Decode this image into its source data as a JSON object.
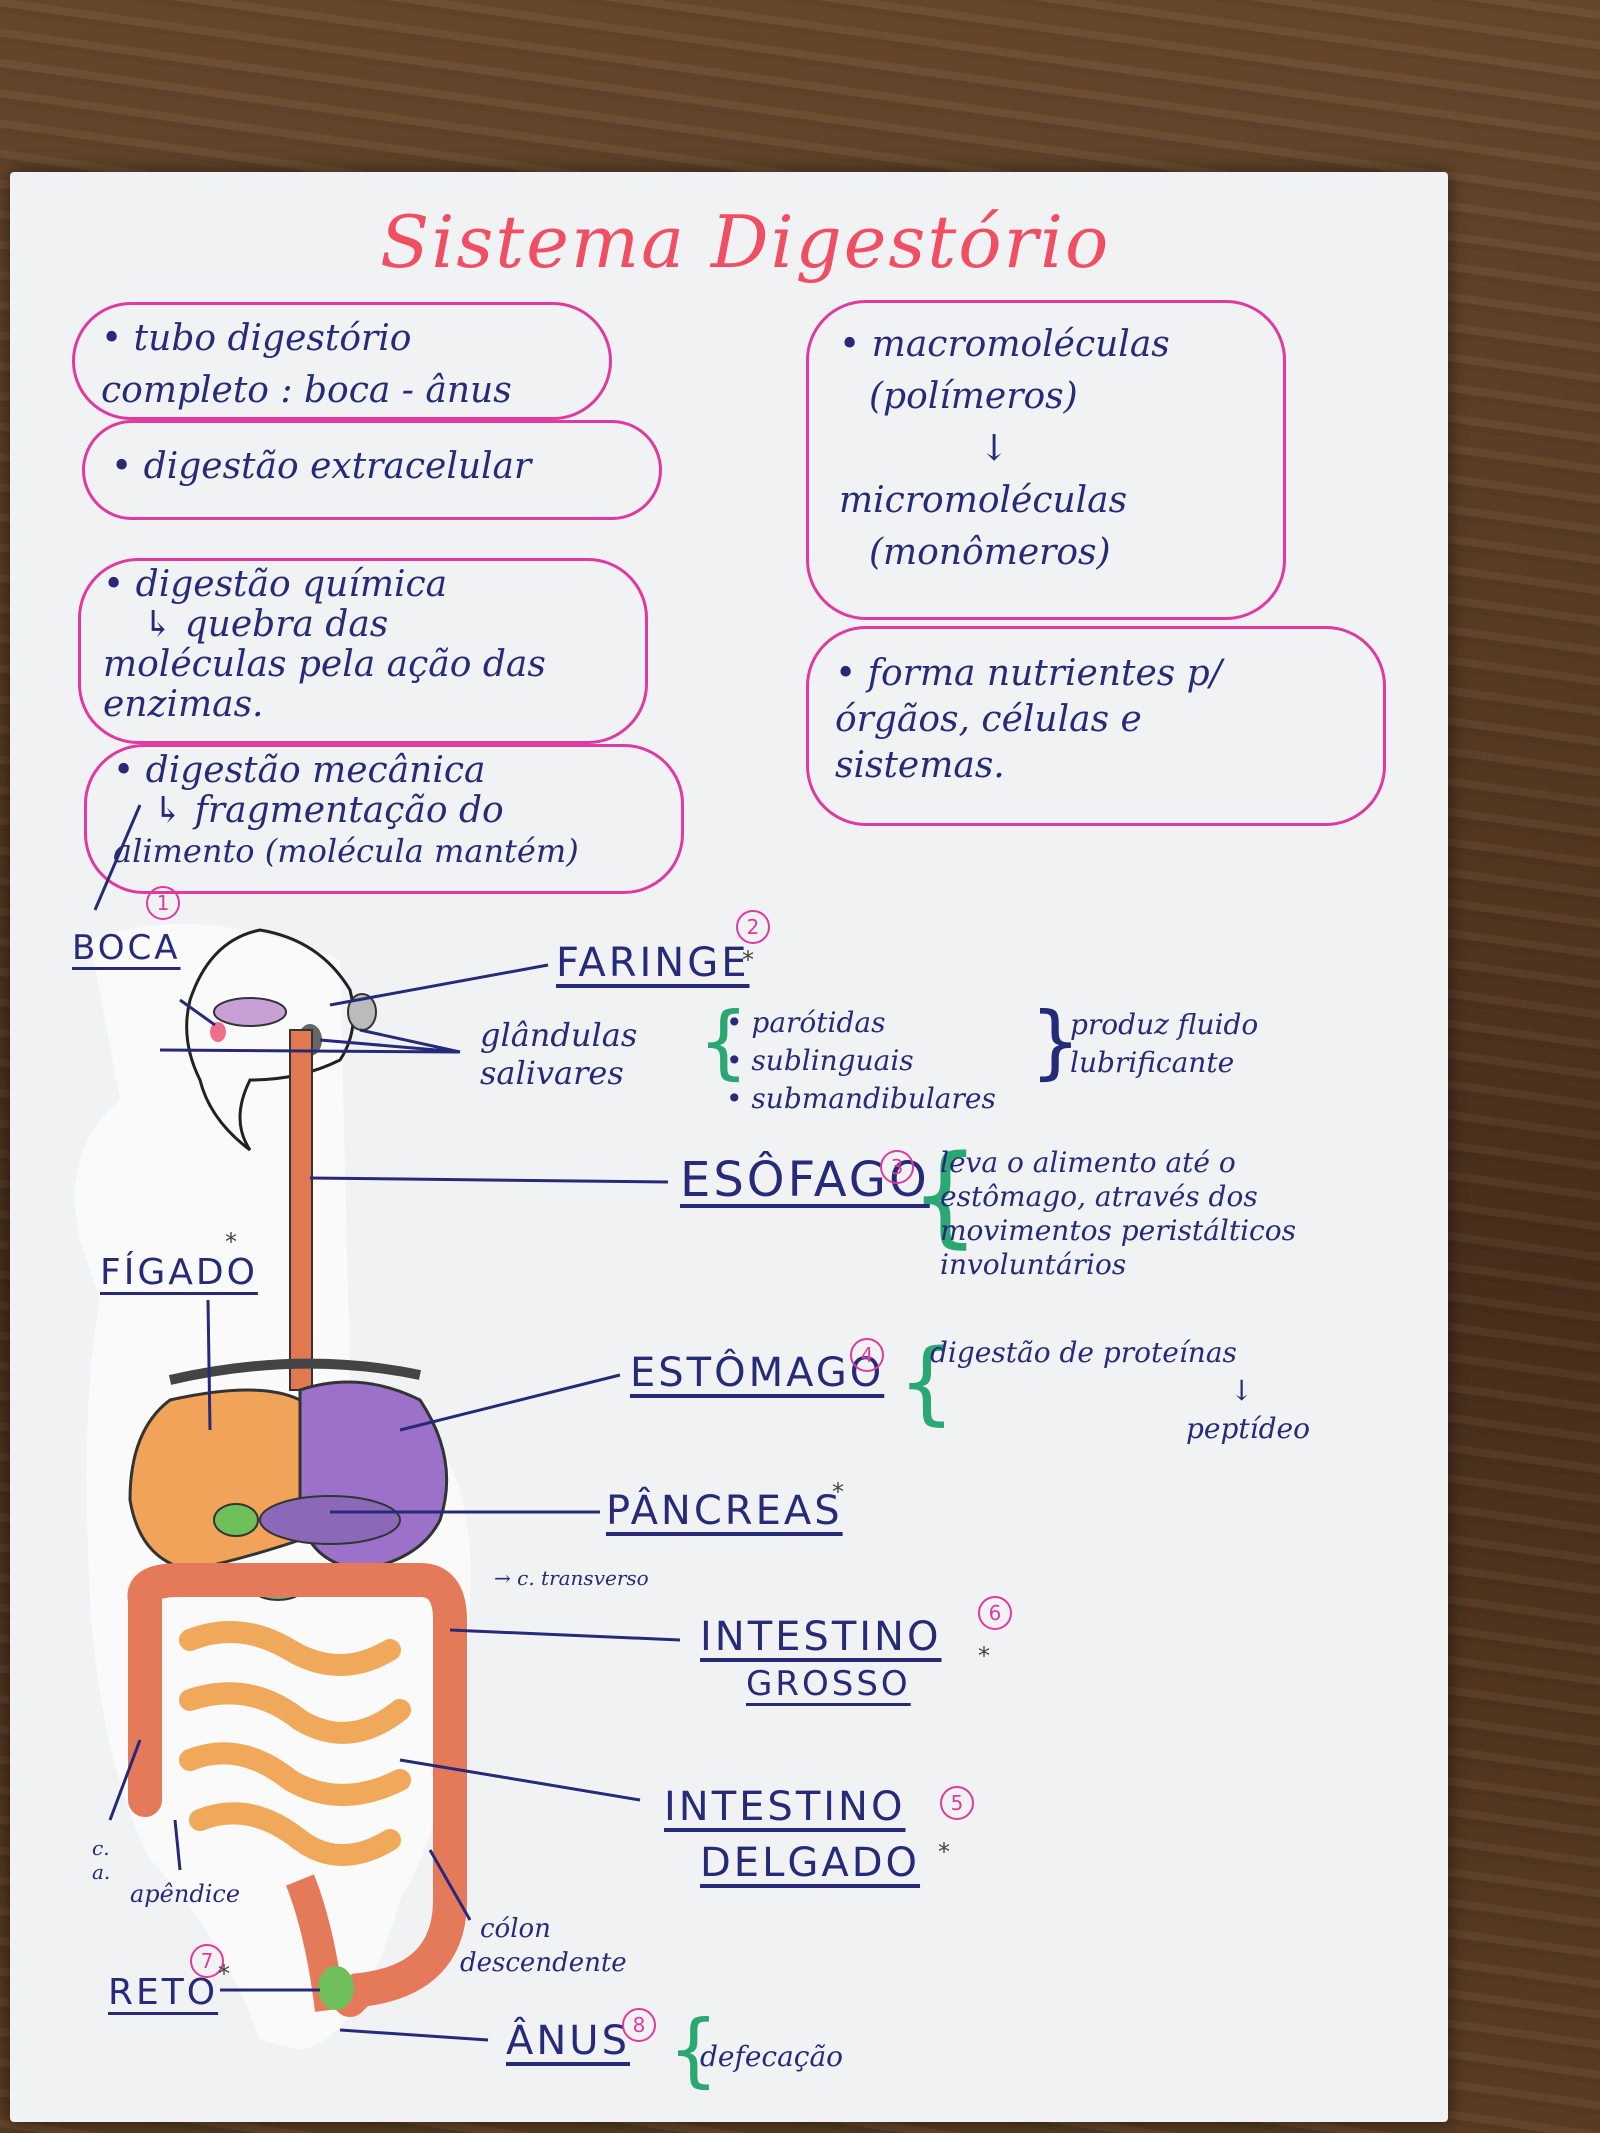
{
  "title": "Sistema Digestório",
  "clouds": {
    "c1": [
      "• tubo digestório",
      "completo : boca - ânus"
    ],
    "c2": [
      "• digestão extracelular"
    ],
    "c3": [
      "• digestão química",
      "↳ quebra das",
      "moléculas pela ação das",
      "enzimas."
    ],
    "c4": [
      "• digestão mecânica",
      "↳ fragmentação do",
      "alimento (molécula mantém)"
    ],
    "c5": [
      "• macromoléculas",
      "(polímeros)",
      "↓",
      "micromoléculas",
      "(monômeros)"
    ],
    "c6": [
      "• forma nutrientes p/",
      "órgãos, células e",
      "sistemas."
    ]
  },
  "organs": {
    "boca": "BOCA",
    "faringe": "FARINGE",
    "esofago": "ESÔFAGO",
    "figado": "FÍGADO",
    "estomago": "ESTÔMAGO",
    "pancreas": "PÂNCREAS",
    "intestino_grosso_1": "INTESTINO",
    "intestino_grosso_2": "GROSSO",
    "intestino_delgado_1": "INTESTINO",
    "intestino_delgado_2": "DELGADO",
    "reto": "RETO",
    "anus": "ÂNUS"
  },
  "numbers": {
    "n1": "1",
    "n2": "2",
    "n3": "3",
    "n4": "4",
    "n5": "5",
    "n6": "6",
    "n7": "7",
    "n8": "8"
  },
  "star": "*",
  "notes": {
    "glandulas_1": "glândulas",
    "glandulas_2": "salivares",
    "gland_list": [
      "• parótidas",
      "• sublinguais",
      "• submandibulares"
    ],
    "gland_fn": [
      "produz fluido",
      "lubrificante"
    ],
    "esofago_fn": [
      "leva o alimento até o",
      "estômago, através dos",
      "movimentos peristálticos",
      "involuntários"
    ],
    "estomago_fn_1": "digestão de proteínas",
    "estomago_arrow": "↓",
    "estomago_fn_2": "peptídeo",
    "c_transverso": "→ c. transverso",
    "c_a": [
      "c.",
      "a."
    ],
    "apendice": "apêndice",
    "colon_desc": [
      "cólon",
      "descendente"
    ],
    "defecacao": "defecação"
  },
  "colors": {
    "ink": "#262a78",
    "pink": "#e0399f",
    "title": "#ef4e63",
    "liver": "#f1a35a",
    "stomach": "#9b71c9",
    "intestine_large": "#e57a5a",
    "intestine_small": "#f0a85a",
    "gallbladder": "#6fbf5a",
    "esophagus": "#e07850"
  }
}
